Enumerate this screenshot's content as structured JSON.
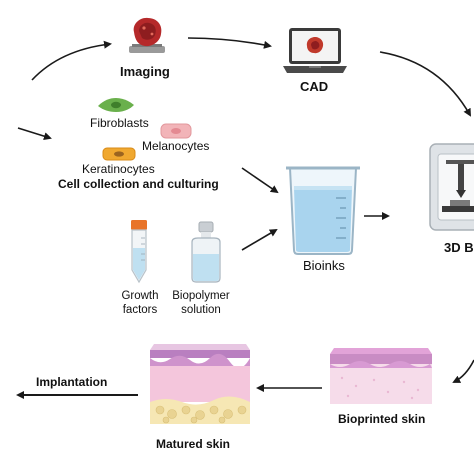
{
  "labels": {
    "imaging": "Imaging",
    "cad": "CAD",
    "fibroblasts": "Fibroblasts",
    "melanocytes": "Melanocytes",
    "keratinocytes": "Keratinocytes",
    "cell_collection": "Cell collection and culturing",
    "growth_factors_1": "Growth",
    "growth_factors_2": "factors",
    "biopolymer_1": "Biopolymer",
    "biopolymer_2": "solution",
    "bioinks": "Bioinks",
    "printer": "3D B",
    "implantation": "Implantation",
    "bioprinted_skin": "Bioprinted skin",
    "matured_skin": "Matured skin"
  },
  "colors": {
    "fibroblast_cell": "#6ab04c",
    "melanocyte_cell": "#f2b4b8",
    "keratinocyte_cell": "#f0a830",
    "bioink_liquid": "#a9d4ee",
    "tube_cap": "#e8742a",
    "skin_epidermis": "#c98cc4",
    "skin_dermis": "#f3c6dc",
    "skin_hypodermis": "#f6e7b4",
    "arrow": "#1a1a1a"
  },
  "icons": [
    "tissue-scan-icon",
    "laptop-cad-icon",
    "fibroblast-cell-icon",
    "melanocyte-cell-icon",
    "keratinocyte-cell-icon",
    "beaker-icon",
    "test-tube-icon",
    "vial-icon",
    "bioprinter-icon",
    "skin-block-icon"
  ]
}
